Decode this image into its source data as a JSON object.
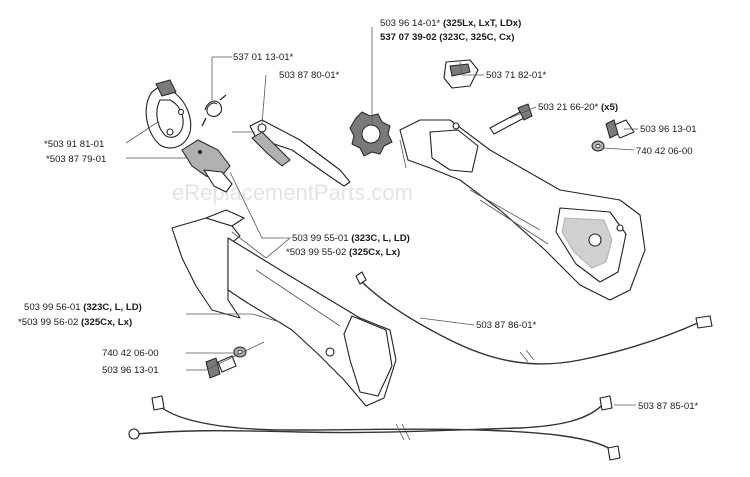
{
  "watermark": "eReplacementParts.com",
  "labels": [
    {
      "id": "p1",
      "number": "503 96 14-01*",
      "models": "(325Lx, LxT, LDx)"
    },
    {
      "id": "p2",
      "number": "537 07 39-02",
      "models": "(323C, 325C, Cx)"
    },
    {
      "id": "p3",
      "number": "537 01 13-01*",
      "models": ""
    },
    {
      "id": "p4",
      "number": "503 87 80-01*",
      "models": ""
    },
    {
      "id": "p5",
      "number": "503 71 82-01*",
      "models": ""
    },
    {
      "id": "p6",
      "number": "503 21 66-20*",
      "models": "(x5)"
    },
    {
      "id": "p7",
      "number": "503 96 13-01",
      "models": ""
    },
    {
      "id": "p8",
      "number": "740 42 06-00",
      "models": ""
    },
    {
      "id": "p9",
      "number": "*503 91 81-01",
      "models": ""
    },
    {
      "id": "p10",
      "number": "*503 87 79-01",
      "models": ""
    },
    {
      "id": "p11",
      "number": "503 99 55-01",
      "models": "(323C, L, LD)"
    },
    {
      "id": "p12",
      "number": "*503 99 55-02",
      "models": "(325Cx, Lx)"
    },
    {
      "id": "p13",
      "number": "503 99 56-01",
      "models": "(323C, L, LD)"
    },
    {
      "id": "p14",
      "number": "*503 99 56-02",
      "models": "(325Cx, Lx)"
    },
    {
      "id": "p15",
      "number": "503 87 86-01*",
      "models": ""
    },
    {
      "id": "p16",
      "number": "740 42 06-00",
      "models": ""
    },
    {
      "id": "p17",
      "number": "503 96 13-01",
      "models": ""
    },
    {
      "id": "p18",
      "number": "503 87 85-01*",
      "models": ""
    }
  ]
}
